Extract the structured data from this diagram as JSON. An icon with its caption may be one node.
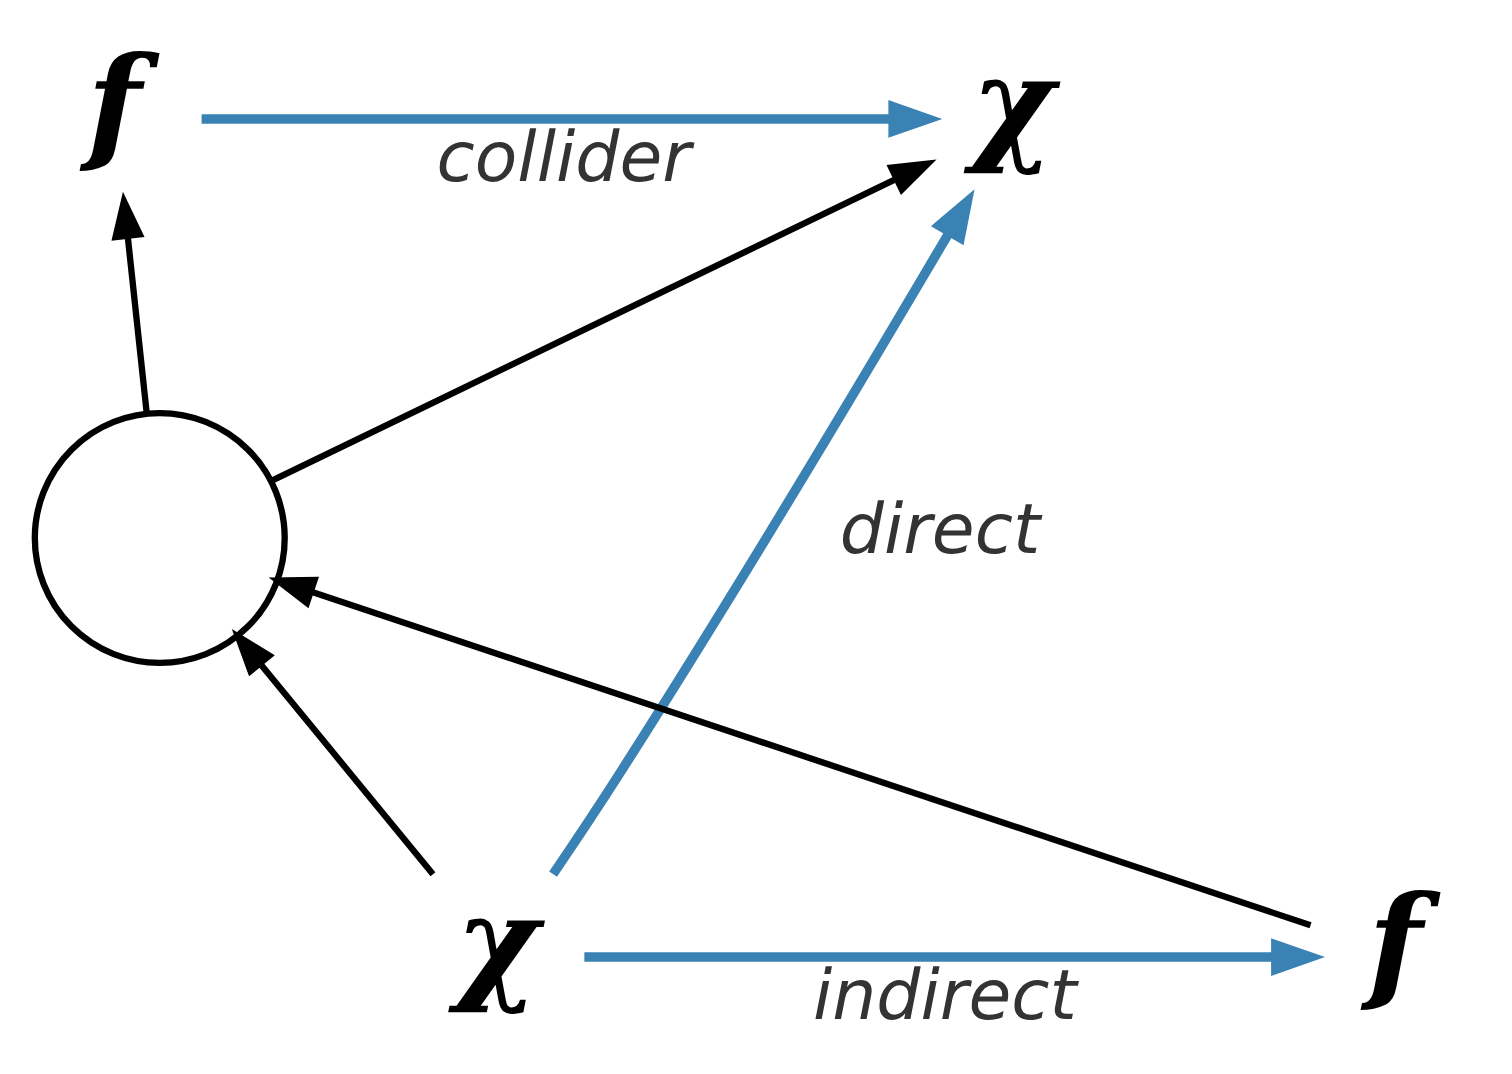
{
  "diagram": {
    "nodes": [
      {
        "text": [
          "χ"
        ]
      },
      {
        "text": [
          "f"
        ]
      },
      {
        "text": [],
        "shape": "circle"
      },
      {
        "text": [
          "χ"
        ]
      },
      {
        "text": [
          "f"
        ]
      }
    ],
    "edges": [
      {
        "from": 2,
        "to": 0,
        "arrow": "to"
      },
      {
        "from": 2,
        "to": 1,
        "arrow": "to"
      },
      {
        "from": 3,
        "to": 2,
        "arrow": "to"
      },
      {
        "from": 4,
        "to": 2,
        "arrow": "to"
      },
      {
        "from": 1,
        "to": 0,
        "arrow": "to",
        "label": "collider",
        "color": "#3b82b4"
      },
      {
        "from": 3,
        "to": 0,
        "arrow": "to",
        "label": "direct",
        "color": "#3b82b4"
      },
      {
        "from": 3,
        "to": 4,
        "arrow": "to",
        "label": "indirect",
        "color": "#3b82b4"
      }
    ]
  }
}
